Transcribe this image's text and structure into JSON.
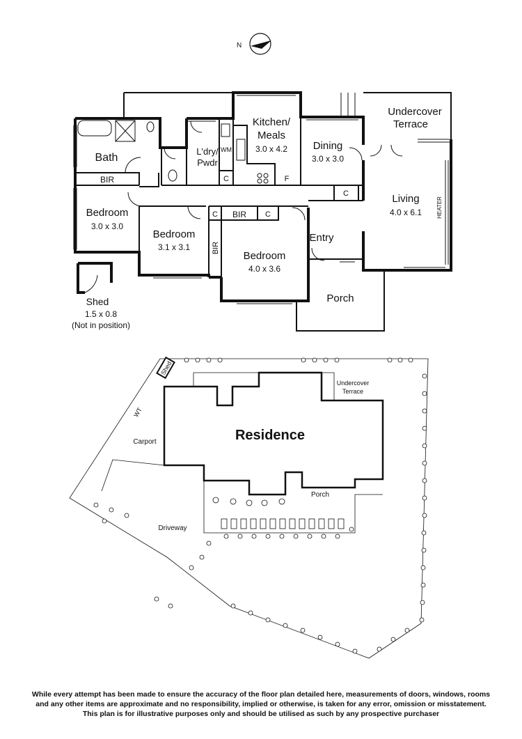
{
  "compass": {
    "label": "N"
  },
  "rooms": {
    "bath": {
      "name": "Bath"
    },
    "bir_bath": {
      "name": "BIR"
    },
    "bedroom_1": {
      "name": "Bedroom",
      "dims": "3.0 x 3.0"
    },
    "laundry": {
      "name_line1": "L'dry/",
      "name_line2": "Pwdr",
      "wm": "WM",
      "cupboard": "C"
    },
    "kitchen": {
      "name_line1": "Kitchen/",
      "name_line2": "Meals",
      "dims": "3.0 x 4.2",
      "fridge": "F"
    },
    "dining": {
      "name": "Dining",
      "dims": "3.0 x 3.0"
    },
    "undercover_terrace": {
      "name_line1": "Undercover",
      "name_line2": "Terrace"
    },
    "living": {
      "name": "Living",
      "dims": "4.0 x 6.1",
      "heater": "HEATER",
      "cupboard": "C"
    },
    "bedroom_2": {
      "name": "Bedroom",
      "dims": "3.1 x 3.1",
      "bir": "BIR"
    },
    "bedroom_3": {
      "name": "Bedroom",
      "dims": "4.0 x 3.6",
      "bir": "BIR",
      "cupboard_left": "C",
      "cupboard_right": "C"
    },
    "entry": {
      "name": "Entry"
    },
    "porch": {
      "name": "Porch"
    },
    "shed": {
      "name": "Shed",
      "dims": "1.5 x 0.8",
      "note": "(Not in position)"
    }
  },
  "site_plan": {
    "residence": "Residence",
    "undercover_terrace_line1": "Undercover",
    "undercover_terrace_line2": "Terrace",
    "carport": "Carport",
    "driveway": "Driveway",
    "porch": "Porch",
    "shed": "Shed",
    "wt": "WT"
  },
  "disclaimer": {
    "line1": "While every attempt has been made to ensure the accuracy of the floor plan detailed here, measurements of doors, windows, rooms",
    "line2": "and any other items are approximate and no responsibility, implied or otherwise, is taken for any error, omission or misstatement.",
    "line3": "This plan is for illustrative purposes only and should be utilised as such by any prospective purchaser"
  }
}
